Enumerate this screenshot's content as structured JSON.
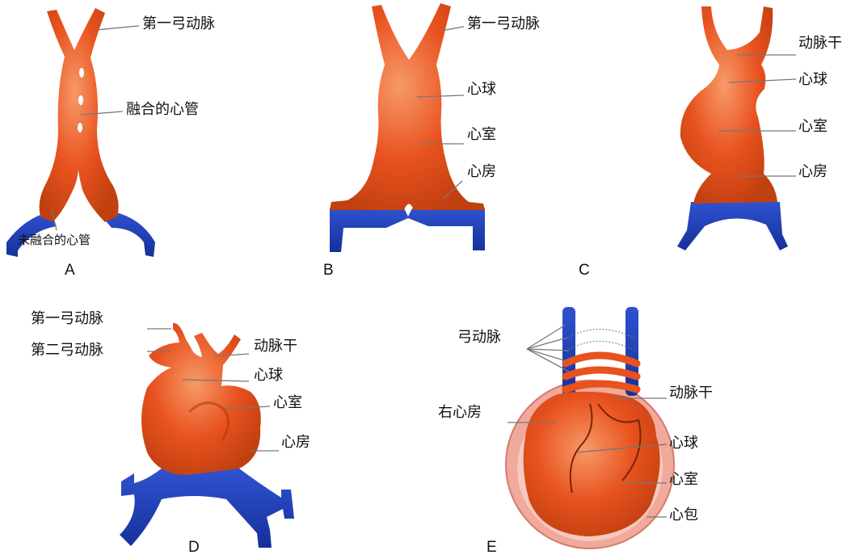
{
  "colors": {
    "heart": "#e8521f",
    "heart_dark": "#b83a12",
    "heart_light": "#f58a55",
    "vein": "#1f3fb5",
    "pericardium": "#f0a99a",
    "leader": "#777777"
  },
  "panels": {
    "A": {
      "caption": "A",
      "labels": {
        "first_arch": "第一弓动脉",
        "fused_tube": "融合的心管",
        "unfused_tube": "未融合的心管"
      }
    },
    "B": {
      "caption": "B",
      "labels": {
        "first_arch": "第一弓动脉",
        "bulbus": "心球",
        "ventricle": "心室",
        "atrium": "心房"
      }
    },
    "C": {
      "caption": "C",
      "labels": {
        "truncus": "动脉干",
        "bulbus": "心球",
        "ventricle": "心室",
        "atrium": "心房"
      }
    },
    "D": {
      "caption": "D",
      "labels": {
        "first_arch": "第一弓动脉",
        "second_arch": "第二弓动脉",
        "truncus": "动脉干",
        "bulbus": "心球",
        "ventricle": "心室",
        "atrium": "心房"
      }
    },
    "E": {
      "caption": "E",
      "labels": {
        "arches": "弓动脉",
        "right_atrium": "右心房",
        "truncus": "动脉干",
        "bulbus": "心球",
        "ventricle": "心室",
        "pericardium": "心包"
      }
    }
  }
}
